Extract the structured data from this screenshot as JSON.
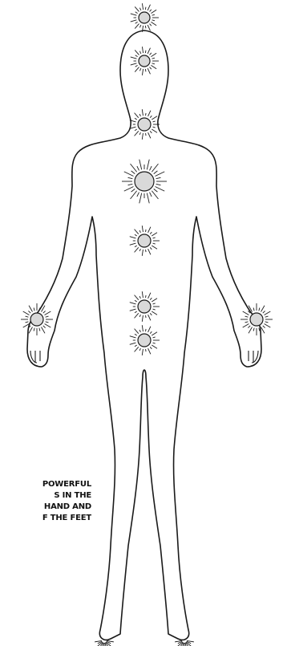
{
  "caption": {
    "lines": [
      "POWERFUL",
      "S IN THE",
      "HAND AND",
      "F THE FEET"
    ]
  },
  "icons": {
    "energy_point": "radiant-sun-icon"
  },
  "colors": {
    "outline": "#1a1a1a",
    "point_fill": "#d9d9d9",
    "ray": "#1a1a1a",
    "background": "#ffffff"
  }
}
